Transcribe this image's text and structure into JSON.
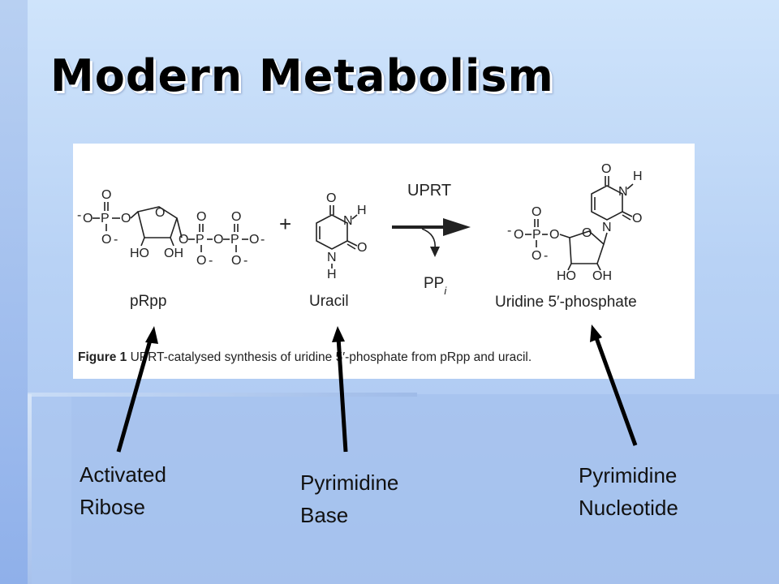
{
  "slide": {
    "title": "Modern Metabolism"
  },
  "figure": {
    "enzyme": "UPRT",
    "byproduct_base": "PP",
    "byproduct_sub": "i",
    "plus": "+",
    "compounds": [
      {
        "name": "pRpp"
      },
      {
        "name": "Uracil"
      },
      {
        "name": "Uridine 5′-phosphate"
      }
    ],
    "caption_bold": "Figure 1",
    "caption_text": " UPRT-catalysed synthesis of uridine 5′-phosphate from pRpp and uracil."
  },
  "annotations": [
    {
      "line1": "Activated",
      "line2": "Ribose"
    },
    {
      "line1": "Pyrimidine",
      "line2": "Base"
    },
    {
      "line1": "Pyrimidine",
      "line2": "Nucleotide"
    }
  ]
}
